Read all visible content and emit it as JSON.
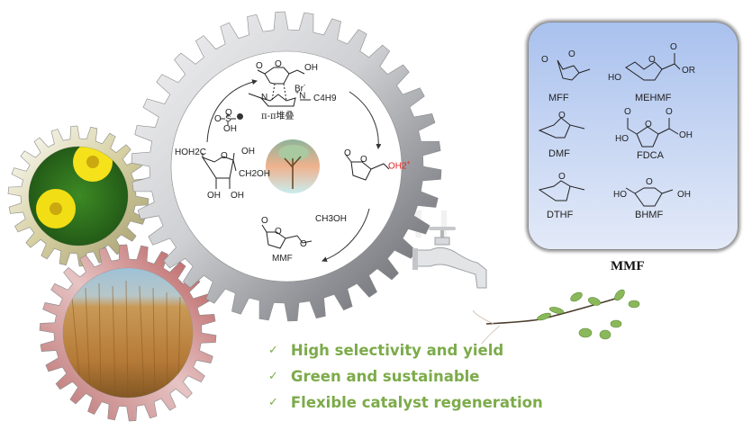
{
  "figure": {
    "title": "Catalytic conversion of biomass-derived fructose to MMF",
    "central_cycle": {
      "intermediate_complex": {
        "label_substituent_oh": "OH",
        "label_carbonyl_o": "O",
        "label_ring_o": "O",
        "counter_ion": "Br",
        "counter_ion_charge": "-",
        "cation_charge": "+",
        "n_left": "N",
        "n_right": "N",
        "butyl": "C4H9",
        "stacking_label": "π-π堆叠"
      },
      "catalyst": {
        "label_o1": "O",
        "label_s": "S",
        "label_o2": "O",
        "label_oh": "OH"
      },
      "fructose": {
        "label_hoh2c": "HOH2C",
        "label_ring_o": "O",
        "label_oh_top": "OH",
        "label_ch2oh": "CH2OH",
        "label_oh_bottom_left": "OH",
        "label_oh_bottom_right": "OH"
      },
      "protonated_hmf": {
        "label_carbonyl_o": "O",
        "label_ring_o": "O",
        "label_oh2": "OH2",
        "charge": "+",
        "highlight_color": "#e8231f"
      },
      "reagent": "CH3OH",
      "product": {
        "label_carbonyl_o": "O",
        "label_ring_o": "O",
        "label_ether_o": "O",
        "name": "MMF"
      }
    },
    "derivatives_panel": {
      "items": [
        {
          "name": "MFF",
          "labels": [
            "O",
            "O"
          ]
        },
        {
          "name": "MEHMF",
          "labels": [
            "HO",
            "O",
            "O",
            "OR"
          ]
        },
        {
          "name": "DMF",
          "labels": [
            "O"
          ]
        },
        {
          "name": "FDCA",
          "labels": [
            "O",
            "O",
            "HO",
            "O",
            "OH"
          ]
        },
        {
          "name": "DTHF",
          "labels": [
            "O"
          ]
        },
        {
          "name": "BHMF",
          "labels": [
            "HO",
            "O",
            "OH"
          ]
        }
      ],
      "caption": "MMF"
    },
    "benefits": [
      {
        "check": "✓",
        "text": "High selectivity and yield"
      },
      {
        "check": "✓",
        "text": "Green and sustainable"
      },
      {
        "check": "✓",
        "text": "Flexible catalyst regeneration"
      }
    ],
    "images": {
      "dandelion_gear": "dandelion-photo",
      "corn_gear": "dry-corn-field-photo",
      "faucet": "water-faucet-illustration",
      "plant": "green-plant-with-roots-illustration",
      "center_tree": "tree-illustration"
    },
    "colors": {
      "benefit_text": "#7cab4a",
      "panel_top": "#a9c1ee",
      "panel_bottom": "#e3eaf8",
      "gear_grey": "#a4a6ab",
      "gear_yellow": "#d8d2a0",
      "gear_red": "#c98585"
    }
  }
}
